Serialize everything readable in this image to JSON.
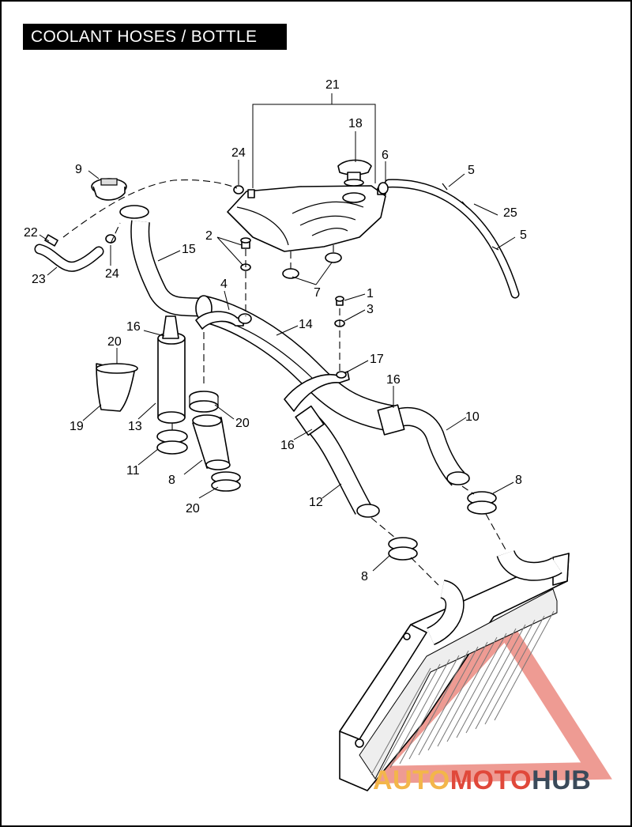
{
  "title": "COOLANT HOSES / BOTTLE",
  "callouts": [
    {
      "id": "c21",
      "label": "21"
    },
    {
      "id": "c18",
      "label": "18"
    },
    {
      "id": "c24a",
      "label": "24"
    },
    {
      "id": "c6",
      "label": "6"
    },
    {
      "id": "c5a",
      "label": "5"
    },
    {
      "id": "c9",
      "label": "9"
    },
    {
      "id": "c25",
      "label": "25"
    },
    {
      "id": "c5b",
      "label": "5"
    },
    {
      "id": "c22",
      "label": "22"
    },
    {
      "id": "c2",
      "label": "2"
    },
    {
      "id": "c15",
      "label": "15"
    },
    {
      "id": "c23",
      "label": "23"
    },
    {
      "id": "c24b",
      "label": "24"
    },
    {
      "id": "c7",
      "label": "7"
    },
    {
      "id": "c4",
      "label": "4"
    },
    {
      "id": "c1",
      "label": "1"
    },
    {
      "id": "c3",
      "label": "3"
    },
    {
      "id": "c16a",
      "label": "16"
    },
    {
      "id": "c14",
      "label": "14"
    },
    {
      "id": "c20a",
      "label": "20"
    },
    {
      "id": "c17",
      "label": "17"
    },
    {
      "id": "c16b",
      "label": "16"
    },
    {
      "id": "c19",
      "label": "19"
    },
    {
      "id": "c13",
      "label": "13"
    },
    {
      "id": "c20b",
      "label": "20"
    },
    {
      "id": "c10",
      "label": "10"
    },
    {
      "id": "c16c",
      "label": "16"
    },
    {
      "id": "c8a",
      "label": "8"
    },
    {
      "id": "c11",
      "label": "11"
    },
    {
      "id": "c8b",
      "label": "8"
    },
    {
      "id": "c12",
      "label": "12"
    },
    {
      "id": "c20c",
      "label": "20"
    },
    {
      "id": "c8c",
      "label": "8"
    }
  ],
  "watermark": {
    "part1": "AUTO",
    "part2": "MOTO",
    "part3": "HUB"
  },
  "colors": {
    "watermark_orange": "#f3b64a",
    "watermark_red": "#e0483a",
    "watermark_dark": "#3a4a5a",
    "triangle": "#e0483a"
  }
}
